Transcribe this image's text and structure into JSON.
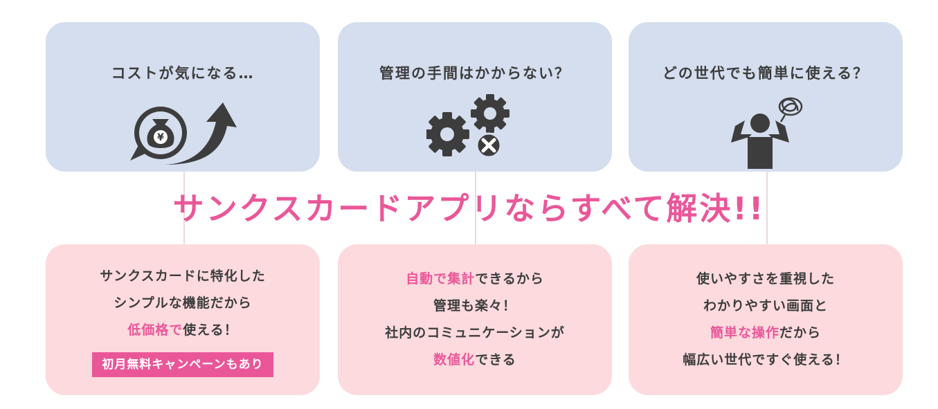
{
  "colors": {
    "top_card": "#d5deee",
    "bottom_card": "#fcdadd",
    "accent": "#ea5799",
    "text": "#3d3d3d",
    "icon": "#3d3d3d"
  },
  "top_cards": [
    {
      "title": "コストが気になる…",
      "icon": "money-bag-yen-rising-arrow-icon"
    },
    {
      "title": "管理の手間はかからない？",
      "icon": "gears-with-x-icon"
    },
    {
      "title": "どの世代でも簡単に使える？",
      "icon": "confused-person-icon"
    }
  ],
  "headline": "サンクスカードアプリならすべて解決!!",
  "bottom_cards": [
    {
      "line1": "サンクスカードに特化した",
      "line2": "シンプルな機能だから",
      "line3_highlight": "低価格で",
      "line3_rest": "使える！",
      "badge": "初月無料キャンペーンもあり"
    },
    {
      "line1_highlight_a": "自動で",
      "line1_highlight_b": "集計",
      "line1_rest": "できるから",
      "line2": "管理も楽々！",
      "line3": "社内のコミュニケーションが",
      "line4_highlight": "数値化",
      "line4_rest": "できる"
    },
    {
      "line1": "使いやすさを重視した",
      "line2": "わかりやすい画面と",
      "line3_highlight": "簡単な操作",
      "line3_rest": "だから",
      "line4": "幅広い世代ですぐ使える！"
    }
  ]
}
